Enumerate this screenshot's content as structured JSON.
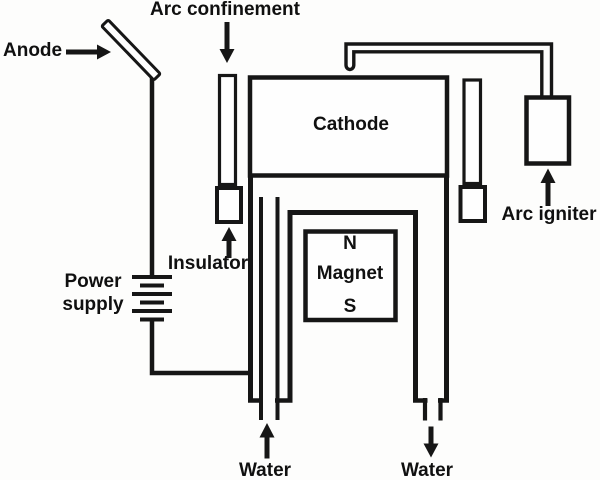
{
  "labels": {
    "anode": "Anode",
    "arc_confinement": "Arc confinement",
    "cathode": "Cathode",
    "insulator": "Insulator",
    "power_supply_line1": "Power",
    "power_supply_line2": "supply",
    "magnet_north": "N",
    "magnet_name": "Magnet",
    "magnet_south": "S",
    "arc_igniter": "Arc igniter",
    "water_inlet": "Water",
    "water_outlet": "Water"
  },
  "arrows": {
    "anode_pointer": "right",
    "arc_confinement_pointer": "down",
    "insulator_pointer": "up",
    "arc_igniter_pointer": "up",
    "water_inlet_flow": "up",
    "water_outlet_flow": "down"
  },
  "colors": {
    "background": "#fdfdfc",
    "line": "#161616",
    "text": "#101010",
    "component_fill": "#fefefe"
  }
}
